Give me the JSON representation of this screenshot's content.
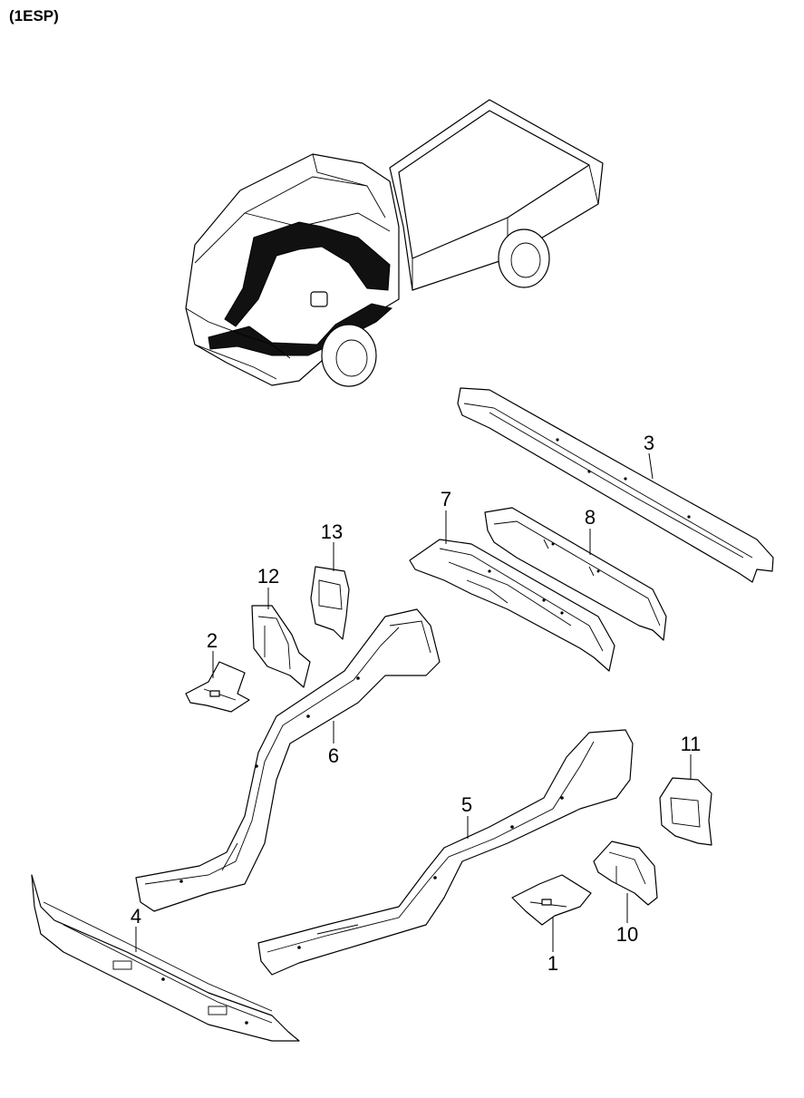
{
  "header": {
    "code": "(1ESP)"
  },
  "callouts": [
    {
      "id": "1",
      "label": "1"
    },
    {
      "id": "2",
      "label": "2"
    },
    {
      "id": "3",
      "label": "3"
    },
    {
      "id": "4",
      "label": "4"
    },
    {
      "id": "5",
      "label": "5"
    },
    {
      "id": "6",
      "label": "6"
    },
    {
      "id": "7",
      "label": "7"
    },
    {
      "id": "8",
      "label": "8"
    },
    {
      "id": "10",
      "label": "10"
    },
    {
      "id": "11",
      "label": "11"
    },
    {
      "id": "12",
      "label": "12"
    },
    {
      "id": "13",
      "label": "13"
    }
  ]
}
